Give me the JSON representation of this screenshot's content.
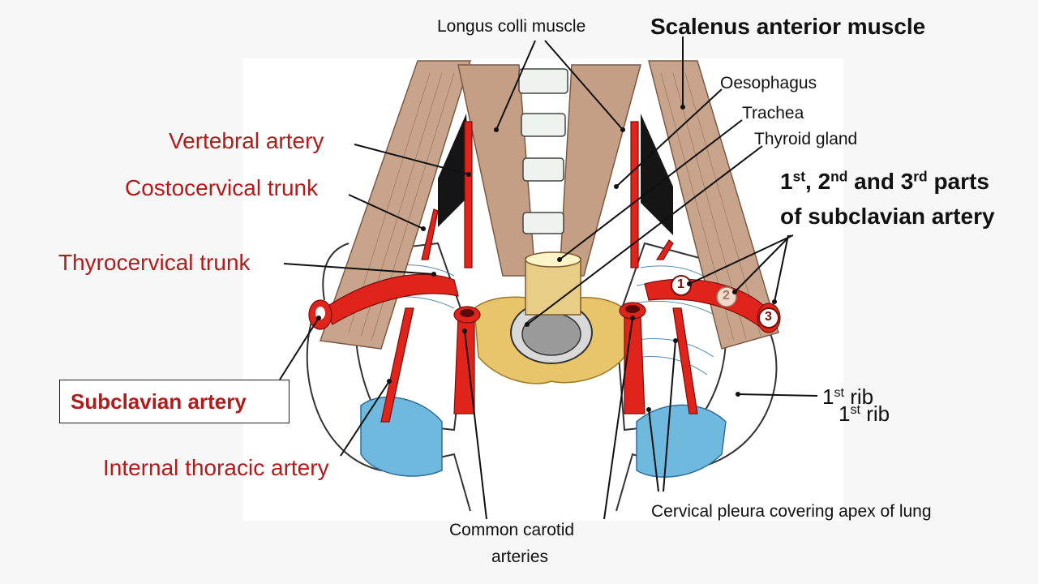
{
  "labels": {
    "longus_colli": "Longus colli muscle",
    "scalenus_anterior": "Scalenus anterior muscle",
    "oesophagus": "Oesophagus",
    "trachea": "Trachea",
    "thyroid": "Thyroid gland",
    "vertebral_artery": "Vertebral artery",
    "costocervical_trunk": "Costocervical trunk",
    "thyrocervical_trunk": "Thyrocervical trunk",
    "subclavian_artery": "Subclavian artery",
    "internal_thoracic": "Internal thoracic artery",
    "common_carotid_line1": "Common carotid",
    "common_carotid_line2": "arteries",
    "cervical_pleura": "Cervical pleura covering apex of lung",
    "parts_n1": "1",
    "parts_s1": "st",
    "parts_t1": ", 2",
    "parts_s2": "nd",
    "parts_t2": " and 3",
    "parts_s3": "rd",
    "parts_t3": " parts",
    "parts_line2": "of subclavian artery",
    "rib_num": "1",
    "rib_sup": "st",
    "rib_text": " rib",
    "marker_1": "1",
    "marker_2": "2",
    "marker_3": "3"
  },
  "colors": {
    "red_label": "#b01c1c",
    "muscle": "#c9a48c",
    "artery": "#e0231b",
    "pleura": "#6fb8de",
    "thyroid": "#e8c46a"
  }
}
